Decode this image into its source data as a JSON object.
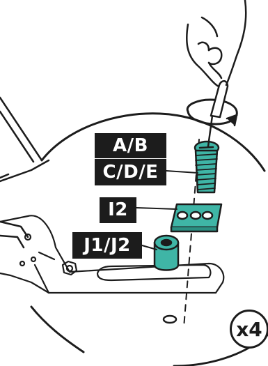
{
  "labels": {
    "screw": "A/B",
    "screw_alt": "C/D/E",
    "plate": "I2",
    "spacer": "J1/J2"
  },
  "quantity": "x4",
  "colors": {
    "part_teal": "#3fb5a6",
    "part_teal_dark": "#2b8f82",
    "label_bg": "#1c1c1c",
    "outline": "#1c1c1c"
  },
  "icons": [
    "hand-with-screwdriver-icon",
    "rotate-arrow-icon"
  ]
}
